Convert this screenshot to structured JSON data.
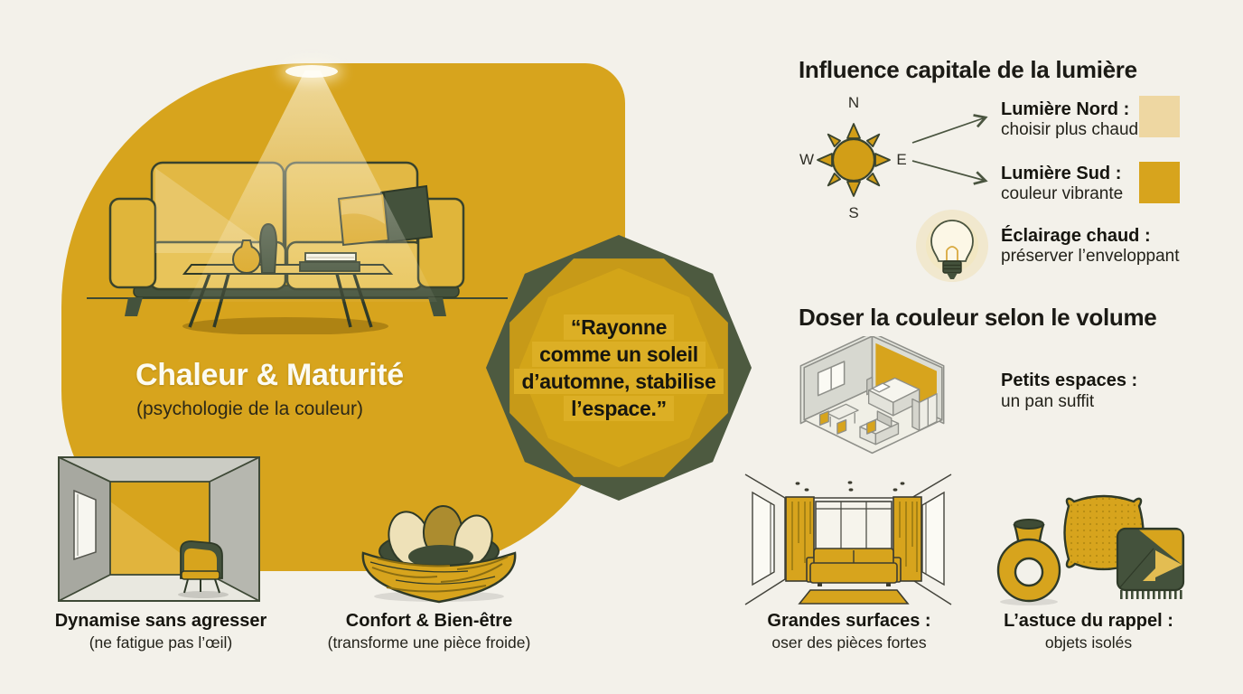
{
  "colors": {
    "background": "#f3f1ea",
    "mustard": "#d7a41d",
    "mustard_pale": "#eed7a2",
    "dark_green": "#44523c",
    "ink": "#16150f"
  },
  "hero": {
    "title": "Chaleur & Maturité",
    "subtitle": "(psychologie de la couleur)"
  },
  "quote": {
    "lines": [
      "“Rayonne",
      "comme un soleil",
      "d’automne, stabilise",
      "l’espace.”"
    ]
  },
  "light_section": {
    "heading": "Influence capitale de la lumière",
    "compass": {
      "n": "N",
      "e": "E",
      "s": "S",
      "w": "W"
    },
    "items": [
      {
        "title": "Lumière Nord :",
        "desc": "choisir plus chaud",
        "swatch": "#eed7a2"
      },
      {
        "title": "Lumière Sud :",
        "desc": "couleur vibrante",
        "swatch": "#d7a41d"
      },
      {
        "title": "Éclairage chaud :",
        "desc": "préserver l’enveloppant"
      }
    ]
  },
  "volume_section": {
    "heading": "Doser la couleur selon le volume",
    "small": {
      "title": "Petits espaces :",
      "desc": "un pan suffit"
    },
    "large": {
      "title": "Grandes surfaces :",
      "desc": "oser des pièces fortes"
    },
    "accent": {
      "title": "L’astuce du rappel :",
      "desc": "objets isolés"
    }
  },
  "benefits": [
    {
      "title": "Dynamise sans agresser",
      "desc": "(ne fatigue pas l’œil)"
    },
    {
      "title": "Confort & Bien-être",
      "desc": "(transforme une pièce froide)"
    }
  ]
}
